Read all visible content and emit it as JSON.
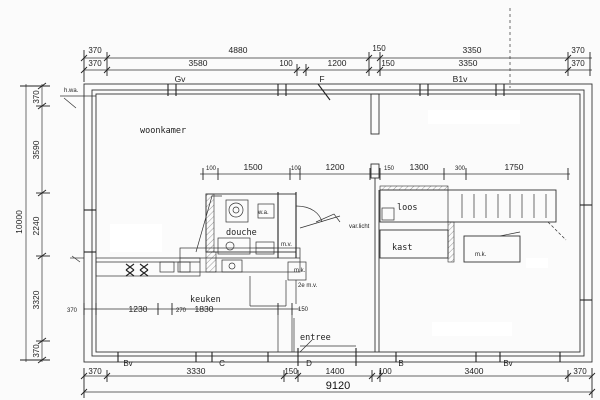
{
  "total_width": "9120",
  "total_depth": "10000",
  "top_outer": [
    "370",
    "4880",
    "150",
    "3350",
    "370"
  ],
  "top_inner": [
    "370",
    "3580",
    "100",
    "1200",
    "150",
    "3350",
    "370"
  ],
  "top_markers": [
    "Gv",
    "F",
    "B1v"
  ],
  "middle_dims": [
    "100",
    "1500",
    "100",
    "1200",
    "150",
    "1300",
    "300",
    "1750"
  ],
  "left_dims": [
    "370",
    "3590",
    "2240",
    "3320",
    "370"
  ],
  "kitchen_dims": [
    "370",
    "1230",
    "270",
    "1830",
    "150"
  ],
  "bottom_dims": [
    "370",
    "3330",
    "150",
    "1400",
    "100",
    "3400",
    "370"
  ],
  "bottom_markers": [
    "Bv",
    "C",
    "D",
    "B",
    "Bv"
  ],
  "rooms": {
    "woonkamer": "woonkamer",
    "douche": "douche",
    "keuken": "keuken",
    "loos": "loos",
    "kast": "kast",
    "entree": "entree"
  },
  "small_labels": {
    "hwa": "h.wa.",
    "wa": "w.a.",
    "mv": "m.v.",
    "mk1": "m.k.",
    "mk2": "m.k.",
    "ze_mv": "2e m.v.",
    "varlicht": "var.licht"
  }
}
